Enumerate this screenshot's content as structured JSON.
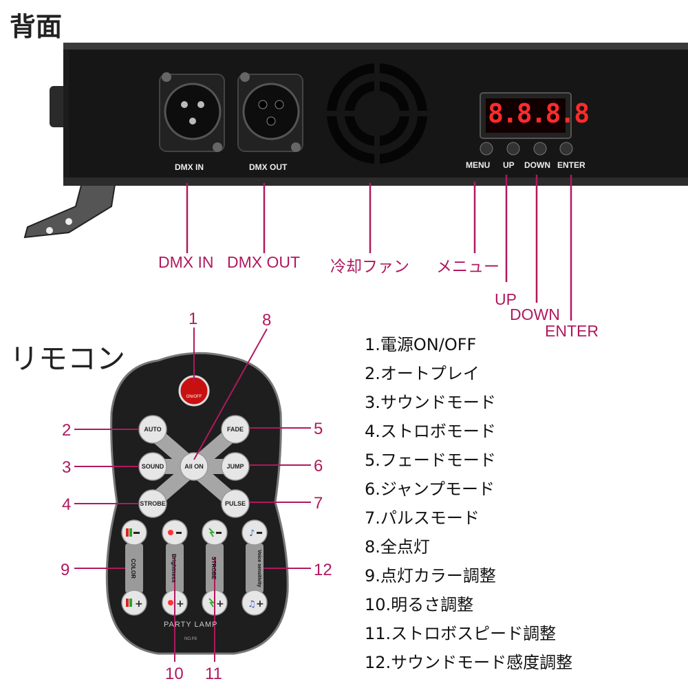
{
  "back": {
    "heading": "背面",
    "device_labels": {
      "dmx_in": "DMX IN",
      "dmx_out": "DMX OUT",
      "menu": "MENU",
      "up": "UP",
      "down": "DOWN",
      "enter": "ENTER",
      "display": "8.8.8.8"
    },
    "callouts": {
      "dmx_in": "DMX IN",
      "dmx_out": "DMX OUT",
      "fan": "冷却ファン",
      "menu": "メニュー",
      "up": "UP",
      "down": "DOWN",
      "enter": "ENTER"
    }
  },
  "remote": {
    "heading": "リモコン",
    "buttons": {
      "power": "ON/OFF",
      "auto": "AUTO",
      "fade": "FADE",
      "sound": "SOUND",
      "all_on": "All ON",
      "jump": "JUMP",
      "strobe": "STROBE",
      "pulse": "PULSE"
    },
    "sliders": {
      "color": "COLOR",
      "brightness": "Brightness",
      "strobe": "STROBE",
      "voice": "Voice sensitivity"
    },
    "brand": "PARTY LAMP",
    "model": "NO.P8",
    "numbers": [
      "1",
      "2",
      "3",
      "4",
      "5",
      "6",
      "7",
      "8",
      "9",
      "10",
      "11",
      "12"
    ],
    "legend": [
      "1.電源ON/OFF",
      "2.オートプレイ",
      "3.サウンドモード",
      "4.ストロボモード",
      "5.フェードモード",
      "6.ジャンプモード",
      "7.パルスモード",
      "8.全点灯",
      "9.点灯カラー調整",
      "10.明るさ調整",
      "11.ストロボスピード調整",
      "12.サウンドモード感度調整"
    ]
  },
  "colors": {
    "accent": "#b0185e",
    "display_red": "#ff2b2b",
    "device_body": "#1c1c1c"
  }
}
